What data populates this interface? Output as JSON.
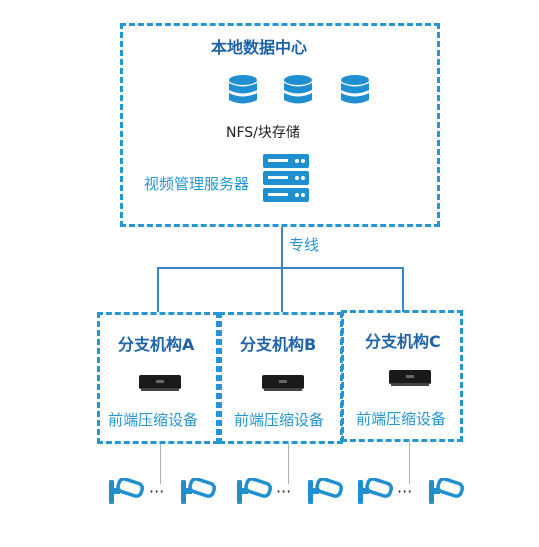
{
  "datacenter": {
    "title": "本地数据中心",
    "storage_label": "NFS/块存储",
    "server_label": "视频管理服务器",
    "icons": [
      "database-icon",
      "database-icon",
      "database-icon",
      "server-rack-icon"
    ]
  },
  "link_label": "专线",
  "branches": [
    {
      "title": "分支机构A",
      "device_label": "前端压缩设备"
    },
    {
      "title": "分支机构B",
      "device_label": "前端压缩设备"
    },
    {
      "title": "分支机构C",
      "device_label": "前端压缩设备"
    }
  ],
  "camera_ellipsis": "···",
  "colors": {
    "accent": "#2596d2",
    "title": "#1f63a8",
    "line": "#3a85c4"
  }
}
